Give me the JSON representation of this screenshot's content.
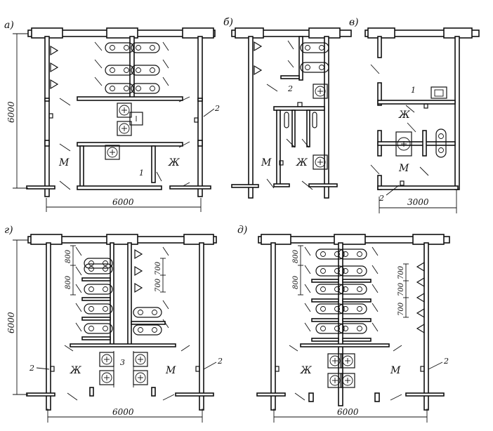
{
  "plans": [
    {
      "id": "a",
      "letter": "а)",
      "room_m": "М",
      "room_zh": "Ж",
      "callout_1": "1",
      "callout_2": "2",
      "dim_width": "6000",
      "dim_height": "6000"
    },
    {
      "id": "b",
      "letter": "б)",
      "room_m": "М",
      "room_zh": "Ж",
      "callout_2": "2"
    },
    {
      "id": "v",
      "letter": "в)",
      "room_m": "М",
      "room_zh": "Ж",
      "callout_1": "1",
      "callout_2": "2",
      "dim_width": "3000"
    },
    {
      "id": "g",
      "letter": "г)",
      "room_m": "М",
      "room_zh": "Ж",
      "callout_3": "3",
      "callout_2a": "2",
      "callout_2b": "2",
      "dim_width": "6000",
      "dim_height": "6000",
      "dim_800a": "800",
      "dim_800b": "800",
      "dim_700a": "700",
      "dim_700b": "700"
    },
    {
      "id": "d",
      "letter": "д)",
      "room_m": "М",
      "room_zh": "Ж",
      "callout_2": "2",
      "dim_width": "6000",
      "dim_800a": "800",
      "dim_800b": "800",
      "dim_700a": "700",
      "dim_700b": "700",
      "dim_700c": "700"
    }
  ]
}
